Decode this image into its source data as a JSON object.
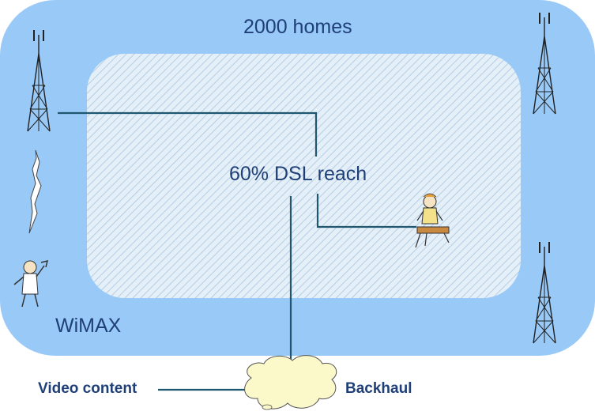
{
  "diagram": {
    "outer_area_label": "2000 homes",
    "inner_area_label": "60% DSL reach",
    "wireless_label": "WiMAX",
    "source_label": "Video content",
    "network_label": "Backhaul"
  },
  "colors": {
    "outer_fill": "#99c9f7",
    "inner_fill": "#e4eff8",
    "hatch": "#a8c6df",
    "line": "#1f5670",
    "text": "#1f3f78",
    "cloud": "#fbf8c9"
  },
  "icons": [
    "tower-icon",
    "lightning-icon",
    "worker-icon",
    "person-at-desk-icon",
    "cloud-icon"
  ]
}
